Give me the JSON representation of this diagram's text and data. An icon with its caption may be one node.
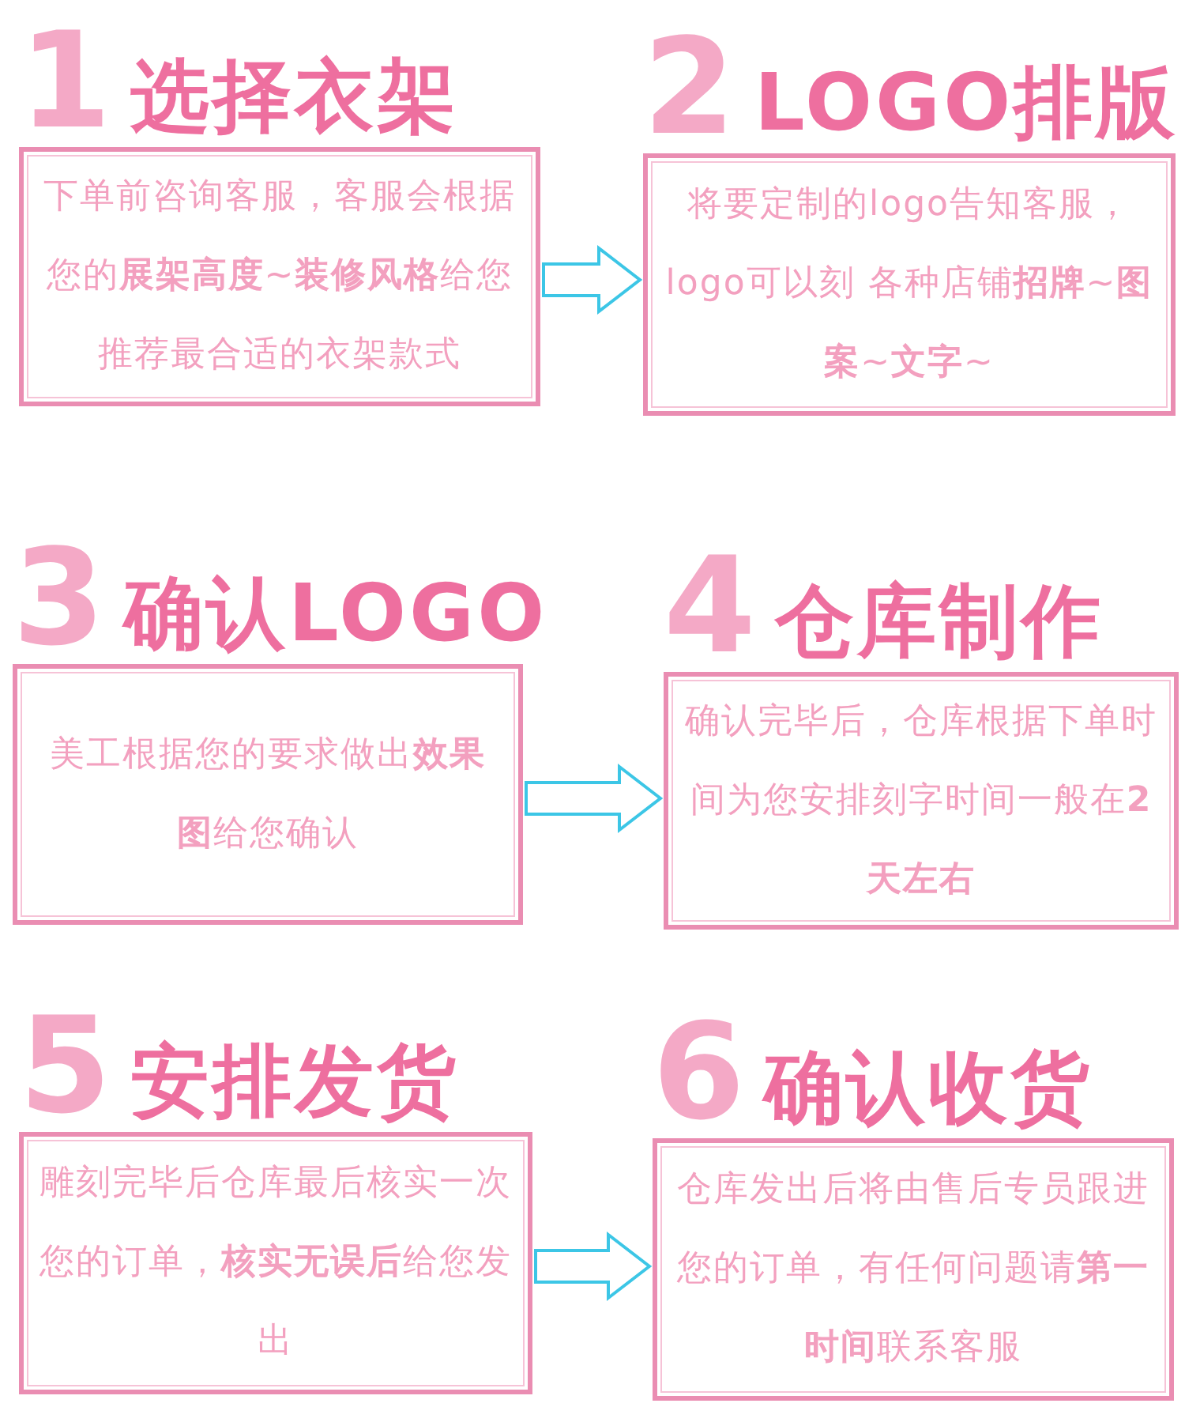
{
  "diagram": {
    "nodes": [
      {
        "text": [
          "1",
          "选择衣架",
          "下单前咨询客服，客服会根据您的**展架高度**~**装修风格**给您推荐最合适的衣架款式"
        ]
      },
      {
        "text": [
          "2",
          "LOGO排版",
          "将要定制的logo告知客服，logo可以刻 各种店铺**招牌**~**图案**~**文字**~"
        ]
      },
      {
        "text": [
          "3",
          "确认LOGO",
          "美工根据您的要求做出**效果图**给您确认"
        ]
      },
      {
        "text": [
          "4",
          "仓库制作",
          "确认完毕后，仓库根据下单时间为您安排刻字时间一般在**2天左右**"
        ]
      },
      {
        "text": [
          "5",
          "安排发货",
          "雕刻完毕后仓库最后核实一次您的订单，**核实无误后**给您发出"
        ]
      },
      {
        "text": [
          "6",
          "确认收货",
          "仓库发出后将由售后专员跟进您的订单，有任何问题请**第一时间**联系客服"
        ]
      }
    ],
    "edges": [
      {
        "from": 0,
        "to": 1,
        "arrow": "to"
      },
      {
        "from": 2,
        "to": 3,
        "arrow": "to"
      },
      {
        "from": 4,
        "to": 5,
        "arrow": "to"
      }
    ]
  }
}
